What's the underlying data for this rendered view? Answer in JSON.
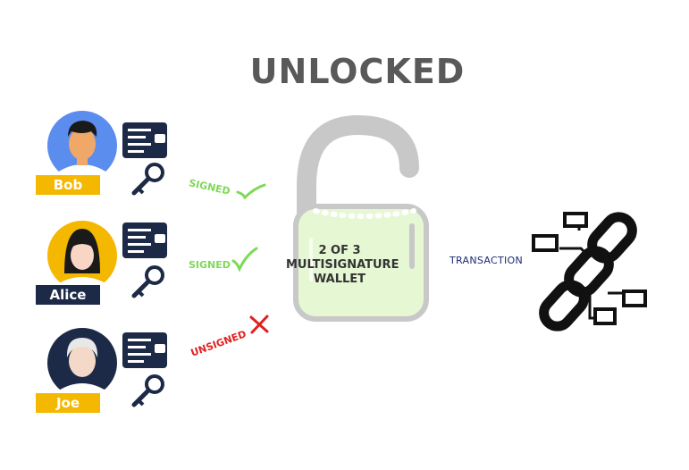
{
  "title": "UNLOCKED",
  "signers": [
    {
      "name": "Bob",
      "status": "SIGNED",
      "status_color": "#7ed957",
      "label_color": "#f5b800"
    },
    {
      "name": "Alice",
      "status": "SIGNED",
      "status_color": "#7ed957",
      "label_color": "#1d2a47"
    },
    {
      "name": "Joe",
      "status": "UNSIGNED",
      "status_color": "#e02020",
      "label_color": "#f5b800"
    }
  ],
  "wallet": {
    "line1": "2 OF 3",
    "line2": "MULTISIGNATURE",
    "line3": "WALLET"
  },
  "transaction_label": "TRANSACTION",
  "icons": [
    "user-avatar-icon",
    "hardware-key-icon",
    "key-icon",
    "check-icon",
    "cross-icon",
    "padlock-icon",
    "chain-icon"
  ]
}
